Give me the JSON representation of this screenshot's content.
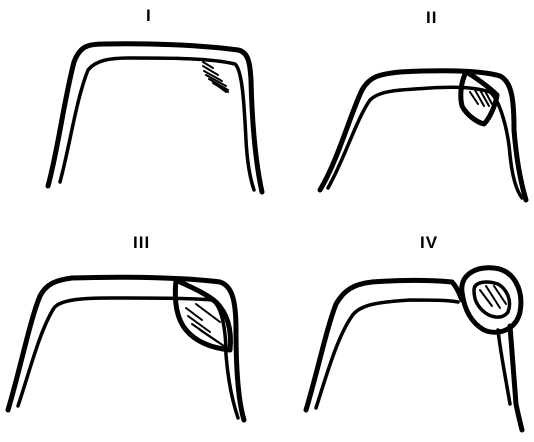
{
  "panels": [
    {
      "id": "I",
      "label": "I",
      "lesion": "small-hatched-area-inner-roof"
    },
    {
      "id": "II",
      "label": "II",
      "lesion": "hatched-area-spanning-wall"
    },
    {
      "id": "III",
      "label": "III",
      "lesion": "larger-hatched-lens-through-wall"
    },
    {
      "id": "IV",
      "label": "IV",
      "lesion": "separate-oval-outside-wall"
    }
  ],
  "colors": {
    "ink": "#000000",
    "background": "#ffffff"
  }
}
